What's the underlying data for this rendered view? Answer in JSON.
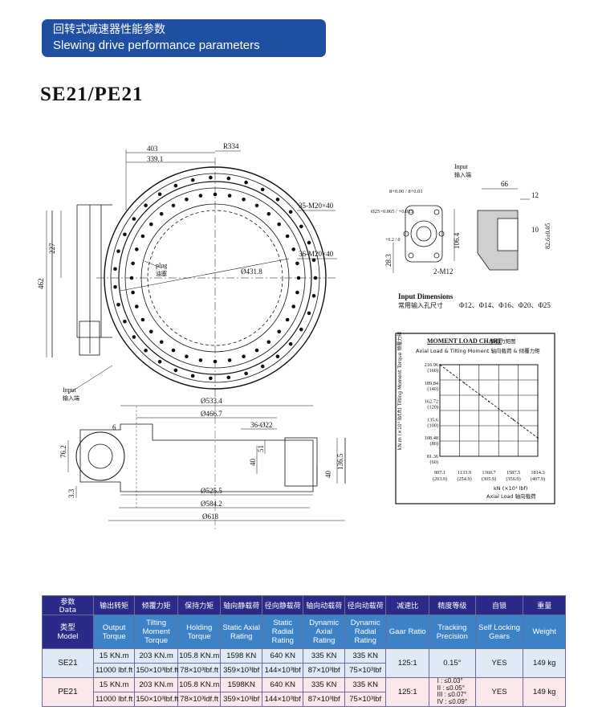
{
  "header": {
    "title_cn": "回转式减速器性能参数",
    "title_en": "Slewing drive performance parameters"
  },
  "model_title": "SE21/PE21",
  "drawing": {
    "dims": {
      "d403": "403",
      "d339": "339.1",
      "r334": "R334",
      "d227": "227",
      "d462": "462",
      "holes_outer": "35-M20×40",
      "holes_inner": "36-M20×40",
      "phi431": "Ø431.8",
      "plug_en": "plug",
      "plug_cn": "油塞",
      "input_en": "Input",
      "input_cn": "输入端",
      "phi533": "Ø533.4",
      "phi466": "Ø466.7",
      "holes22": "36-Ø22",
      "d6": "6",
      "d762": "76.2",
      "d33": "3.3",
      "d40": "40",
      "d51": "51",
      "d1365": "136.5",
      "d40b": "40",
      "phi525": "Ø525.5",
      "phi584": "Ø584.2",
      "phi618": "Ø618"
    },
    "input_detail": {
      "label_en": "Input",
      "label_cn": "输入端",
      "key_w": "8+0.06 / 8+0.01",
      "bore": "Ø25+0.065 / +0.025",
      "d66": "66",
      "d12": "12",
      "d10": "10",
      "d826": "82.6±0.05",
      "d1064": "106.4",
      "d283": "28.3",
      "d02": "+0.2 / 0",
      "m12": "2-M12",
      "dims_en": "Input Dimensions",
      "dims_cn": "常用输入孔尺寸",
      "dims_values": "Φ12、Φ14、Φ16、Φ20、Φ25"
    },
    "moment_chart": {
      "title_en": "MOMENT LOAD CHART",
      "title_cn": "承载力矩图",
      "subtitle": "Axial Load & Tilting Moment 轴向载荷 & 倾覆力矩",
      "y_axis_label": "kN.m (×10³ lbf.ft) Tilting Moment Torque 倾覆力矩",
      "x_axis_label": "kN (×10³ lbf)",
      "x_axis_label2": "Axial Load 轴向载荷"
    }
  },
  "chart_data": {
    "type": "line",
    "title": "MOMENT LOAD CHART",
    "xlabel": "kN (×10³ lbf) Axial Load",
    "ylabel": "kN.m (×10³ lbf.ft) Tilting Moment Torque",
    "x_ticks": [
      "907.1\n(203.9)",
      "1133.9\n(254.9)",
      "1360.7\n(305.9)",
      "1587.5\n(356.9)",
      "1814.3\n(407.9)"
    ],
    "y_ticks": [
      "216.96\n(160)",
      "189.84\n(140)",
      "162.72\n(120)",
      "135.6\n(100)",
      "108.48\n(80)",
      "81.36\n(60)"
    ],
    "x": [
      907.1,
      1133.9,
      1360.7,
      1587.5,
      1814.3
    ],
    "ylim": [
      81.36,
      216.96
    ],
    "series": [
      {
        "values": [
          216.96,
          189.84,
          162.72,
          135.6,
          108.48
        ]
      }
    ],
    "grid": true
  },
  "table": {
    "corner_cn_top": "参数",
    "corner_en_top": "Data",
    "corner_cn_bottom": "类型",
    "corner_en_bottom": "Model",
    "columns": [
      {
        "cn": "输出转矩",
        "en": "Output Torque"
      },
      {
        "cn": "倾覆力矩",
        "en": "Tilting Moment Torque"
      },
      {
        "cn": "保持力矩",
        "en": "Holding Torque"
      },
      {
        "cn": "轴向静载荷",
        "en": "Static Axial Rating"
      },
      {
        "cn": "径向静载荷",
        "en": "Static Radial Rating"
      },
      {
        "cn": "轴向动载荷",
        "en": "Dynamic Axial Rating"
      },
      {
        "cn": "径向动载荷",
        "en": "Dynamic Radial Rating"
      },
      {
        "cn": "减速比",
        "en": "Gaar Ratio"
      },
      {
        "cn": "精度等级",
        "en": "Tracking Precision"
      },
      {
        "cn": "自锁",
        "en": "Self Locking Gears"
      },
      {
        "cn": "重量",
        "en": "Weight"
      }
    ],
    "rows": [
      {
        "model": "SE21",
        "metric": [
          "15 KN.m",
          "203 KN.m",
          "105.8 KN.m",
          "1598 KN",
          "640 KN",
          "335 KN",
          "335 KN"
        ],
        "imperial": [
          "11000 lbf.ft",
          "150×10³lbf.ft",
          "78×10³lbf.ft",
          "359×10³lbf",
          "144×10³lbf",
          "87×10³lbf",
          "75×10³lbf"
        ],
        "ratio": "125:1",
        "precision": "0.15°",
        "self_locking": "YES",
        "weight": "149 kg"
      },
      {
        "model": "PE21",
        "metric": [
          "15 KN.m",
          "203 KN.m",
          "105.8 KN.m",
          "1598KN",
          "640 KN",
          "335 KN",
          "335 KN"
        ],
        "imperial": [
          "11000 lbf.ft",
          "150×10³lbf.ft",
          "78×10³ldf.ft",
          "359×10³lbf",
          "144×10³lbf",
          "87×10³lbf",
          "75×10³lbf"
        ],
        "ratio": "125:1",
        "precision_levels": [
          "I : ≤0.03°",
          "II : ≤0.05°",
          "III : ≤0.07°",
          "IV : ≤0.09°"
        ],
        "self_locking": "YES",
        "weight": "149 kg"
      }
    ]
  }
}
